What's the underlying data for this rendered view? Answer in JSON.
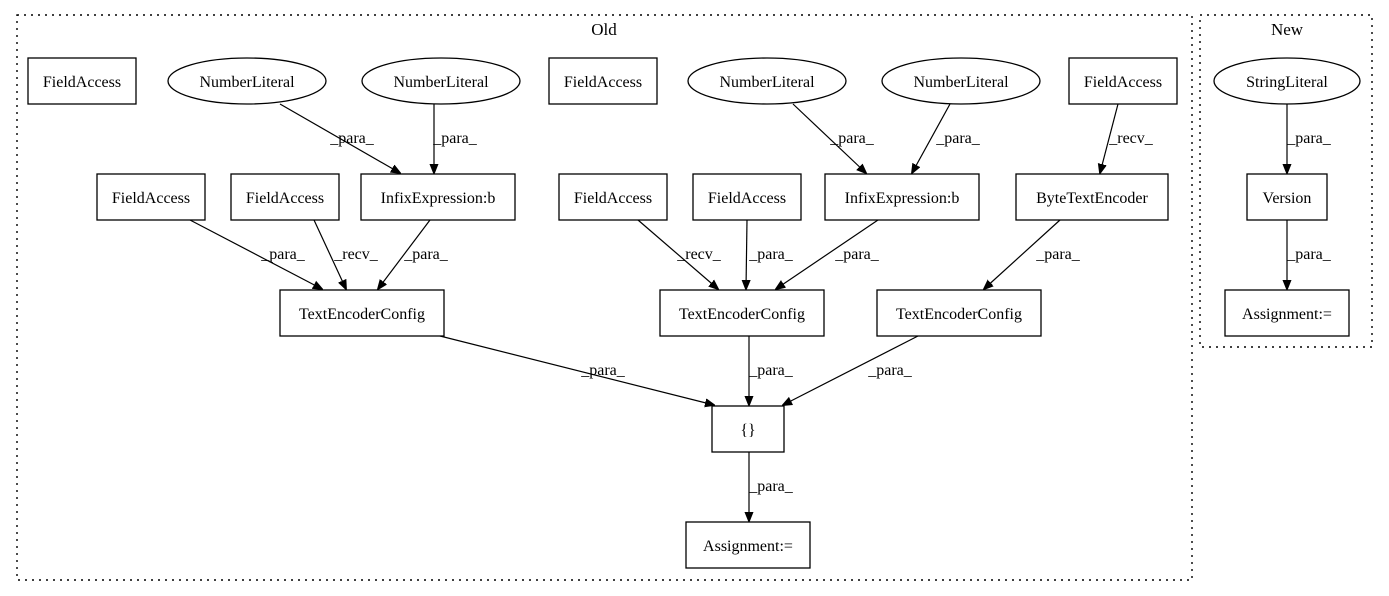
{
  "clusters": {
    "old": {
      "label": "Old"
    },
    "new": {
      "label": "New"
    }
  },
  "nodes": {
    "fa_iso1": {
      "label": "FieldAccess",
      "shape": "box"
    },
    "num1": {
      "label": "NumberLiteral",
      "shape": "ellipse"
    },
    "num2": {
      "label": "NumberLiteral",
      "shape": "ellipse"
    },
    "fa_iso2": {
      "label": "FieldAccess",
      "shape": "box"
    },
    "num3": {
      "label": "NumberLiteral",
      "shape": "ellipse"
    },
    "num4": {
      "label": "NumberLiteral",
      "shape": "ellipse"
    },
    "fa_top": {
      "label": "FieldAccess",
      "shape": "box"
    },
    "fa_a": {
      "label": "FieldAccess",
      "shape": "box"
    },
    "fa_b": {
      "label": "FieldAccess",
      "shape": "box"
    },
    "infix1": {
      "label": "InfixExpression:b",
      "shape": "box"
    },
    "fa_c": {
      "label": "FieldAccess",
      "shape": "box"
    },
    "fa_d": {
      "label": "FieldAccess",
      "shape": "box"
    },
    "infix2": {
      "label": "InfixExpression:b",
      "shape": "box"
    },
    "byteenc": {
      "label": "ByteTextEncoder",
      "shape": "box"
    },
    "tec1": {
      "label": "TextEncoderConfig",
      "shape": "box"
    },
    "tec2": {
      "label": "TextEncoderConfig",
      "shape": "box"
    },
    "tec3": {
      "label": "TextEncoderConfig",
      "shape": "box"
    },
    "braces": {
      "label": "{}",
      "shape": "box"
    },
    "assign_old": {
      "label": "Assignment:=",
      "shape": "box"
    },
    "strlit": {
      "label": "StringLiteral",
      "shape": "ellipse"
    },
    "version": {
      "label": "Version",
      "shape": "box"
    },
    "assign_new": {
      "label": "Assignment:=",
      "shape": "box"
    }
  },
  "edges": [
    {
      "from": "num1",
      "to": "infix1",
      "label": "_para_"
    },
    {
      "from": "num2",
      "to": "infix1",
      "label": "_para_"
    },
    {
      "from": "num3",
      "to": "infix2",
      "label": "_para_"
    },
    {
      "from": "num4",
      "to": "infix2",
      "label": "_para_"
    },
    {
      "from": "fa_top",
      "to": "byteenc",
      "label": "_recv_"
    },
    {
      "from": "fa_a",
      "to": "tec1",
      "label": "_para_"
    },
    {
      "from": "fa_b",
      "to": "tec1",
      "label": "_recv_"
    },
    {
      "from": "infix1",
      "to": "tec1",
      "label": "_para_"
    },
    {
      "from": "fa_c",
      "to": "tec2",
      "label": "_recv_"
    },
    {
      "from": "fa_d",
      "to": "tec2",
      "label": "_para_"
    },
    {
      "from": "infix2",
      "to": "tec2",
      "label": "_para_"
    },
    {
      "from": "byteenc",
      "to": "tec3",
      "label": "_para_"
    },
    {
      "from": "tec1",
      "to": "braces",
      "label": "_para_"
    },
    {
      "from": "tec2",
      "to": "braces",
      "label": "_para_"
    },
    {
      "from": "tec3",
      "to": "braces",
      "label": "_para_"
    },
    {
      "from": "braces",
      "to": "assign_old",
      "label": "_para_"
    },
    {
      "from": "strlit",
      "to": "version",
      "label": "_para_"
    },
    {
      "from": "version",
      "to": "assign_new",
      "label": "_para_"
    }
  ]
}
